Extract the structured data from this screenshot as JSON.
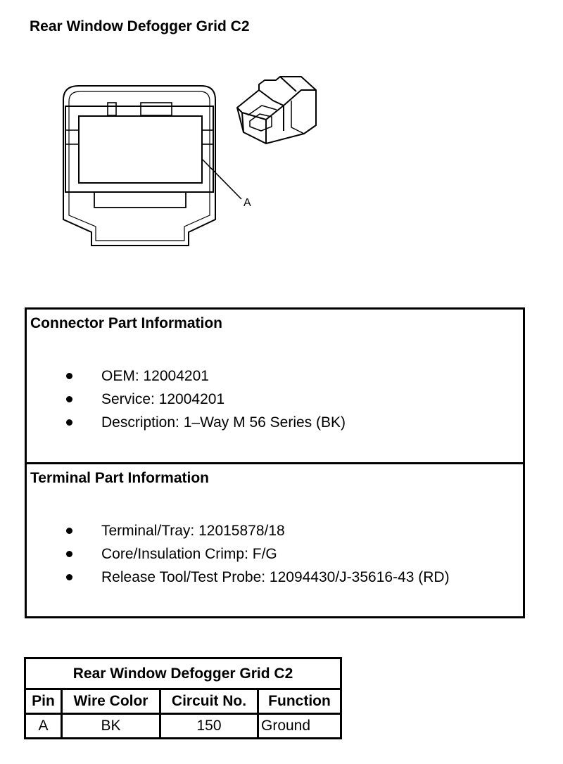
{
  "page": {
    "title": "Rear Window Defogger Grid C2"
  },
  "figure": {
    "callout_label": "A",
    "icons": [
      "connector-face-view-icon",
      "connector-3d-view-icon"
    ]
  },
  "connector_info": {
    "heading": "Connector Part Information",
    "items": [
      "OEM: 12004201",
      "Service: 12004201",
      "Description: 1–Way M 56 Series (BK)"
    ]
  },
  "terminal_info": {
    "heading": "Terminal Part Information",
    "items": [
      "Terminal/Tray: 12015878/18",
      "Core/Insulation Crimp: F/G",
      "Release Tool/Test Probe: 12094430/J-35616-43 (RD)"
    ]
  },
  "pin_table": {
    "title": "Rear Window Defogger Grid C2",
    "headers": [
      "Pin",
      "Wire Color",
      "Circuit No.",
      "Function"
    ],
    "rows": [
      [
        "A",
        "BK",
        "150",
        "Ground"
      ]
    ]
  }
}
